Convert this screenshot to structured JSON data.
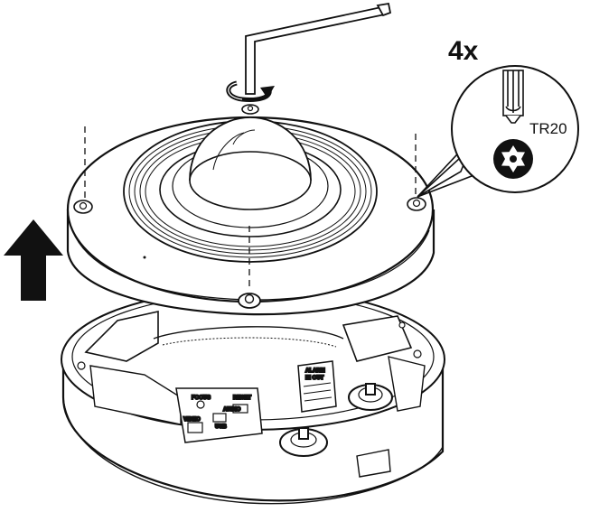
{
  "callout": {
    "quantity": "4x",
    "bit_label": "TR20"
  },
  "board_labels": {
    "reset": "RESET",
    "focus": "FOCUS",
    "audio": "AUDIO",
    "video": "VIDEO",
    "usb": "USB",
    "alarm": "ALARM",
    "in_out": "IN OUT"
  },
  "colors": {
    "line": "#111111",
    "fill": "#ffffff",
    "arrow": "#111111"
  },
  "icons": [
    "up-arrow-icon",
    "rotate-icon",
    "torx-tr20-icon",
    "hex-key-icon",
    "screwdriver-bit-icon"
  ]
}
